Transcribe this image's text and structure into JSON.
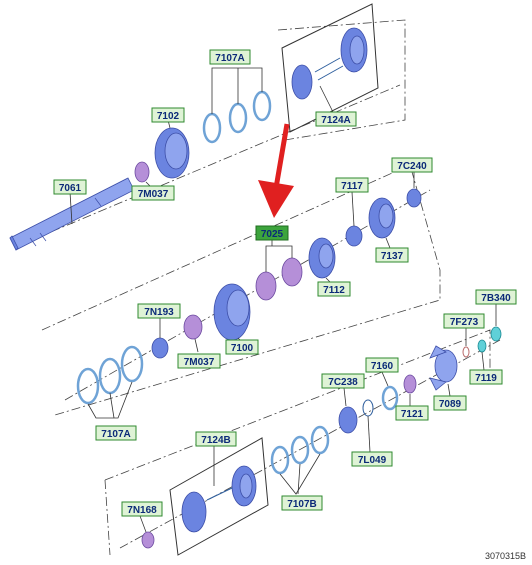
{
  "labels": {
    "l7107A_top": "7107A",
    "l7102": "7102",
    "l7124A": "7124A",
    "l7061": "7061",
    "l7M037_top": "7M037",
    "l7C240": "7C240",
    "l7117": "7117",
    "l7025": "7025",
    "l7137": "7137",
    "l7112": "7112",
    "l7N193": "7N193",
    "l7M037_mid": "7M037",
    "l7100": "7100",
    "l7B340": "7B340",
    "l7F273": "7F273",
    "l7160": "7160",
    "l7C238": "7C238",
    "l7119": "7119",
    "l7121": "7121",
    "l7089": "7089",
    "l7107A_bottom": "7107A",
    "l7L049": "7L049",
    "l7124B": "7124B",
    "l7107B": "7107B",
    "l7N168": "7N168"
  },
  "document_number": "3070315B",
  "colors": {
    "gear_blue": "#6b84e0",
    "bushing_purple": "#b58fd8",
    "ring_blue": "#6fa3d6",
    "label_bg": "#dff3d6",
    "label_highlight": "#3da43d",
    "arrow_red": "#e02020"
  }
}
